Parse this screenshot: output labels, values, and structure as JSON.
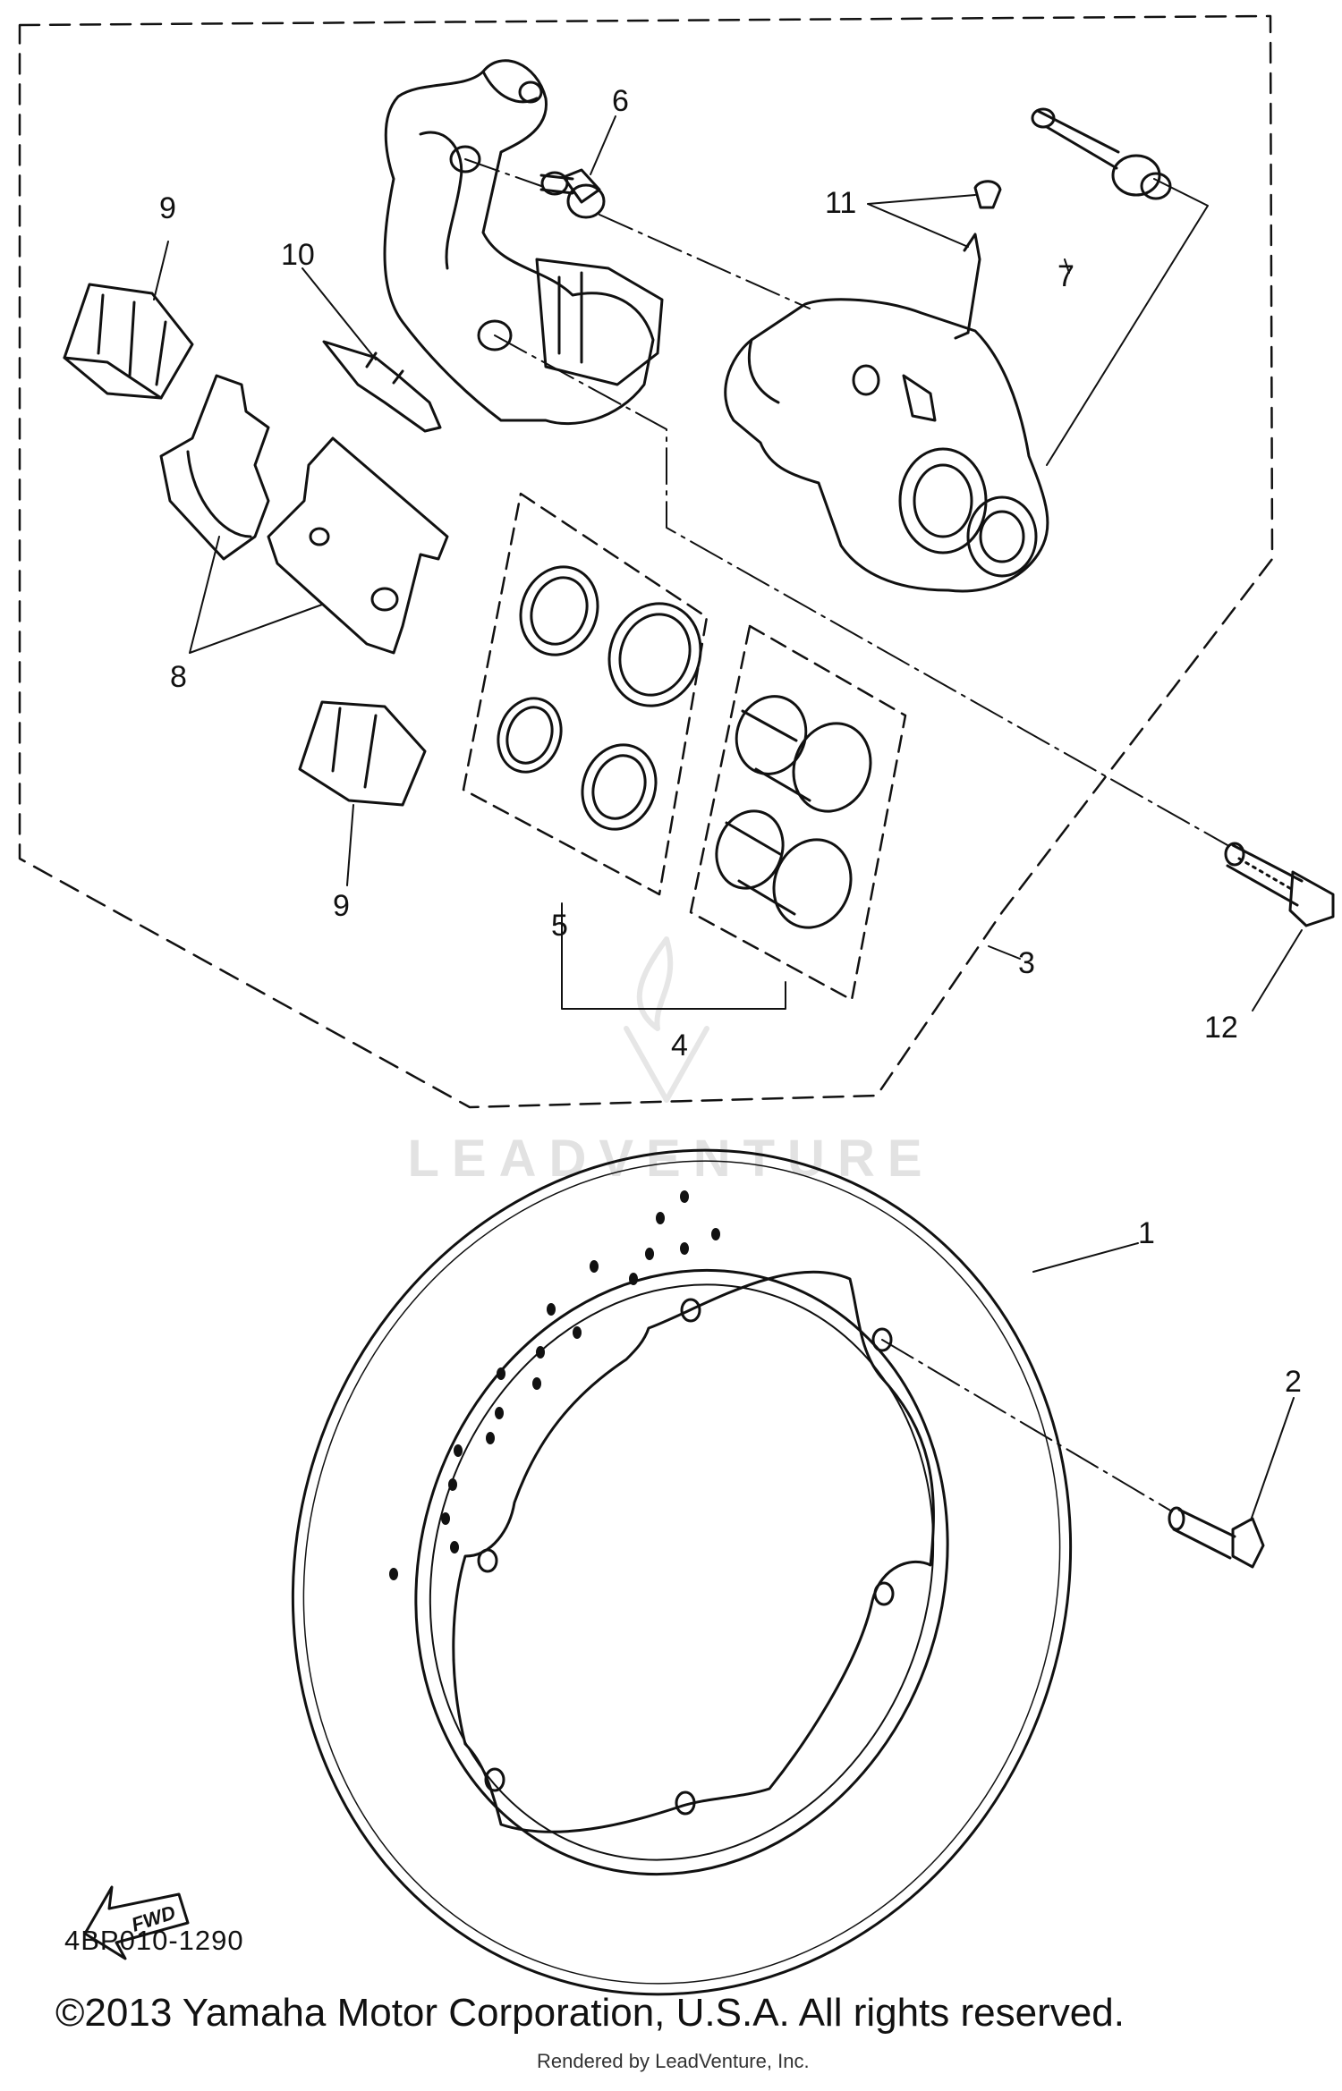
{
  "callouts": {
    "c1": "1",
    "c2": "2",
    "c3": "3",
    "c4": "4",
    "c5": "5",
    "c6": "6",
    "c7": "7",
    "c8": "8",
    "c9a": "9",
    "c9b": "9",
    "c10": "10",
    "c11": "11",
    "c12": "12"
  },
  "direction_arrow": {
    "label": "FWD"
  },
  "watermark": {
    "text": "LEADVENTURE"
  },
  "diagram_code": "4BP010-1290",
  "copyright": "©2013 Yamaha Motor Corporation, U.S.A. All rights reserved.",
  "rendered_by": "Rendered by LeadVenture, Inc."
}
